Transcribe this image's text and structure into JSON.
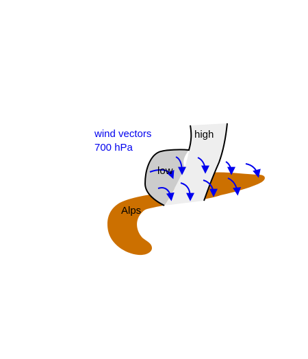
{
  "legend": {
    "line1": "wind vectors",
    "line2": "700 hPa",
    "color": "#0000ee"
  },
  "labels": {
    "high": "high",
    "low": "low",
    "alps": "Alps"
  },
  "colors": {
    "alps_fill": "#cc7000",
    "high_fill": "#eeeeee",
    "low_fill": "#cccccc",
    "outline": "#000000",
    "arrow": "#0000ee"
  },
  "icons": {
    "wind_vector": "curved-arrow-icon"
  }
}
